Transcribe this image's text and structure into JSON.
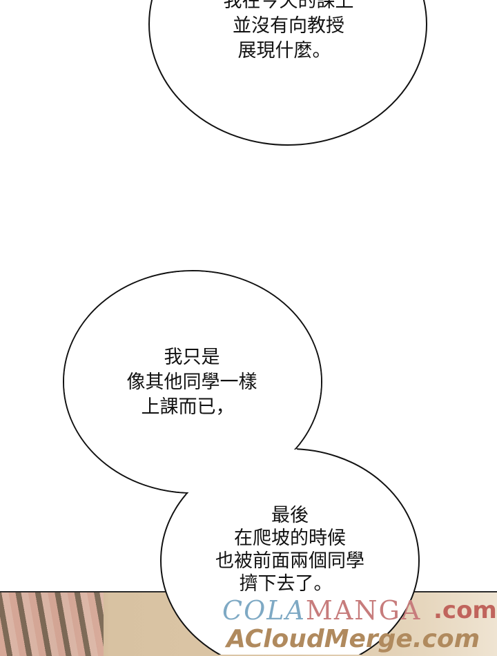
{
  "bubbles": [
    {
      "lines": [
        "我在今天的課上",
        "並沒有向教授",
        "展現什麼。"
      ]
    },
    {
      "lines": [
        "我只是",
        "像其他同學一樣",
        "上課而已，"
      ]
    },
    {
      "lines": [
        "最後",
        "在爬坡的時候",
        "也被前面兩個同學",
        "擠下去了。"
      ]
    }
  ],
  "watermark": {
    "cola": "COLA",
    "manga": "MANGA",
    "com1": ".com",
    "acloud": "ACloudMerge.com"
  }
}
